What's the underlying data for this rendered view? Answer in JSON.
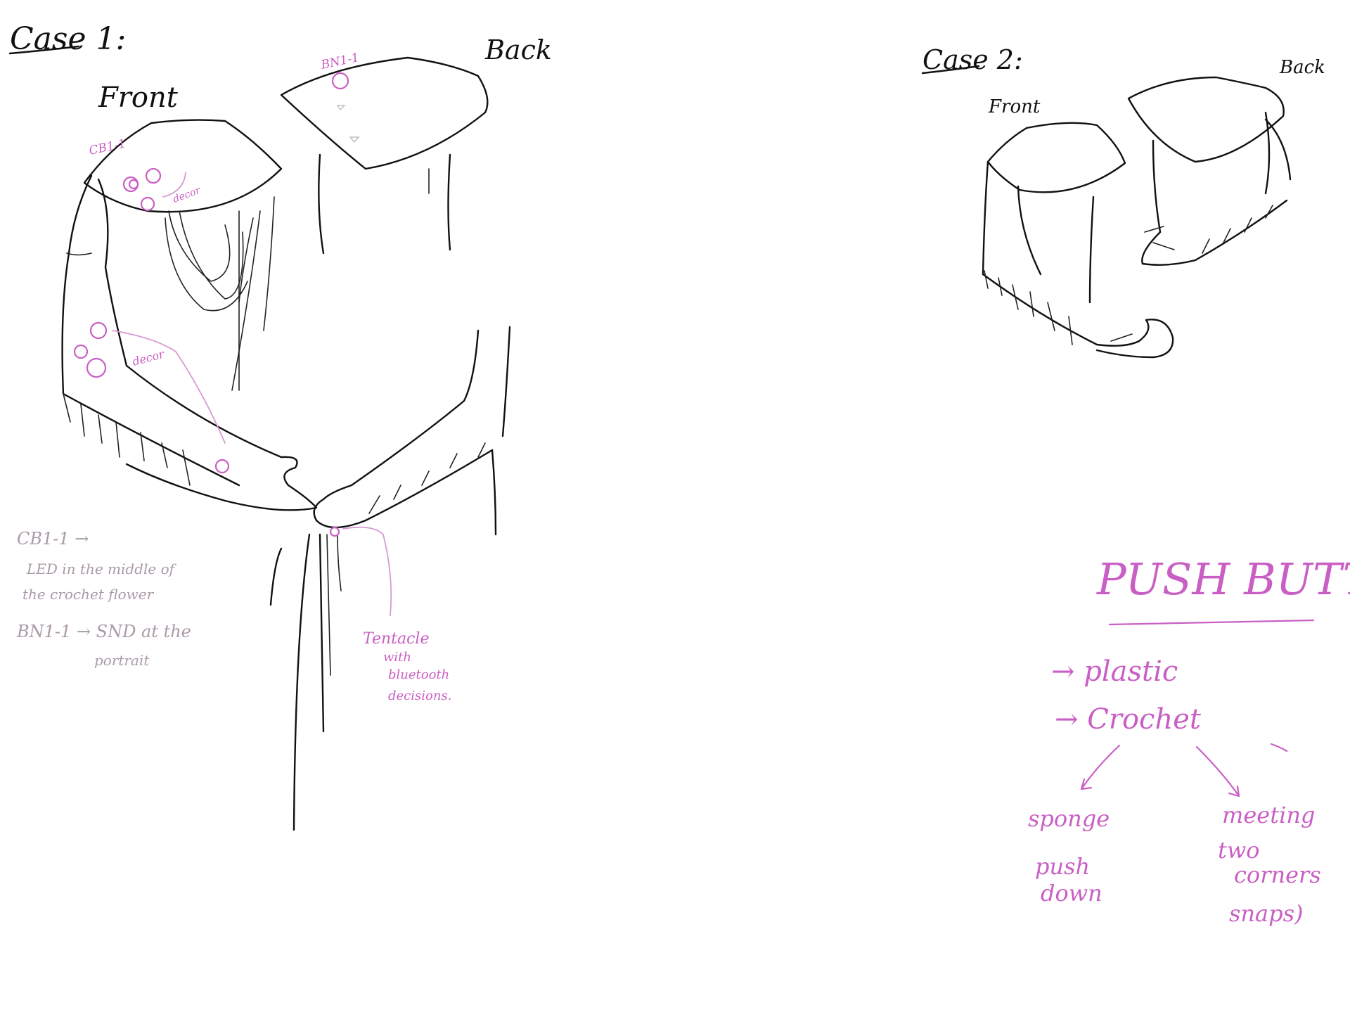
{
  "case1": {
    "title": "Case 1:",
    "front_label": "Front",
    "back_label": "Back",
    "cb_tag": "CB1-1",
    "bn_tag": "BN1-1",
    "decor_label_1": "decor",
    "decor_label_2": "decor",
    "tentacle_note": [
      "Tentacle",
      "with",
      "bluetooth",
      "decisions."
    ],
    "legend": {
      "cb_line": "CB1-1 →",
      "cb_desc_1": "LED in the middle of",
      "cb_desc_2": "the crochet flower",
      "bn_line": "BN1-1 → SND at the",
      "bn_desc": "portrait"
    }
  },
  "case2": {
    "title": "Case 2:",
    "front_label": "Front",
    "back_label": "Back"
  },
  "push_buttons": {
    "title": "PUSH BUTTONS",
    "options": [
      "→ plastic",
      "→ Crochet"
    ],
    "sub_left": [
      "sponge",
      "push",
      "down"
    ],
    "sub_right": [
      "meeting",
      "two",
      "corners",
      "snaps)"
    ]
  },
  "colors": {
    "ink": "#111111",
    "accent": "#c95fc4",
    "note_grey": "#a99aa8"
  }
}
